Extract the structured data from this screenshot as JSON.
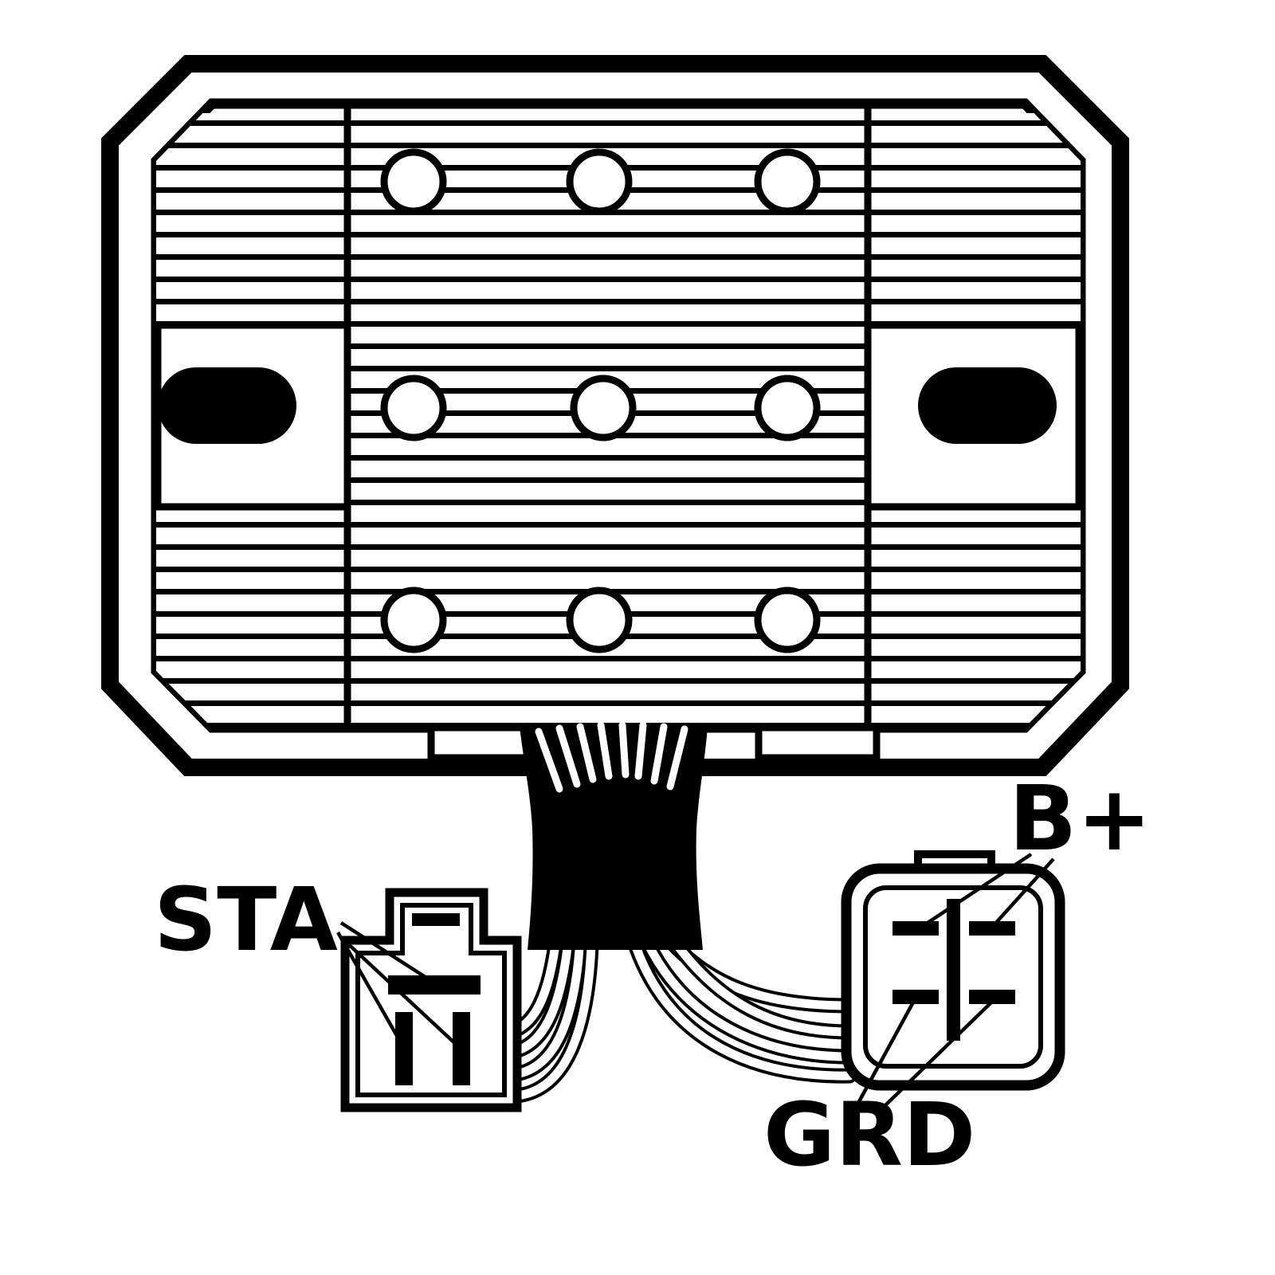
{
  "diagram": {
    "labels": {
      "sta": "STA",
      "bplus": "B+",
      "grd": "GRD"
    },
    "colors": {
      "ink": "#000000",
      "background": "#ffffff"
    }
  }
}
